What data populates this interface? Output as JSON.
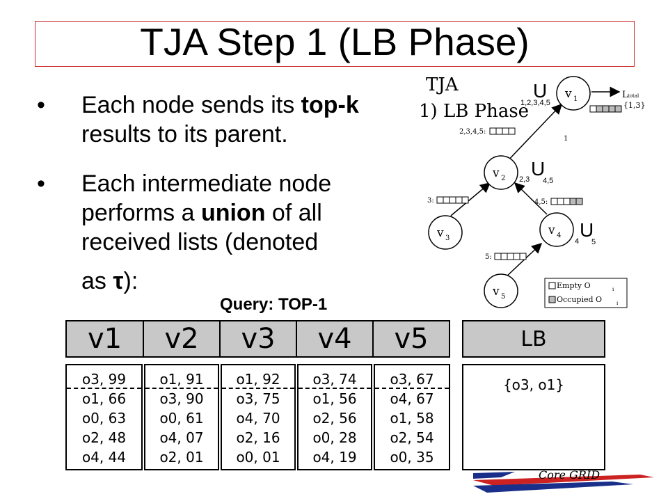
{
  "slide": {
    "title": "TJA Step 1 (LB Phase)",
    "bullets": [
      {
        "marker": "•",
        "line1_a": "Each node sends its ",
        "line1_b": "top-k",
        "line2": "results to its parent."
      },
      {
        "marker": "•",
        "line1": "Each intermediate node",
        "line2_a": "performs a ",
        "line2_b": "union",
        "line2_c": " of all",
        "line3": "received lists (denoted",
        "line4_a": "as ",
        "line4_b": "τ",
        "line4_c": "):"
      }
    ],
    "query_label": "Query: TOP-1"
  },
  "diagram": {
    "label_tja": "TJA",
    "label_phase": "1) LB Phase",
    "nodes": [
      {
        "id": "v1",
        "label": "v",
        "sub": "1"
      },
      {
        "id": "v2",
        "label": "v",
        "sub": "2"
      },
      {
        "id": "v3",
        "label": "v",
        "sub": "3"
      },
      {
        "id": "v4",
        "label": "v",
        "sub": "4"
      },
      {
        "id": "v5",
        "label": "v",
        "sub": "5"
      }
    ],
    "union_v1": "U",
    "union_v1_sub": "1,2,3,4,5",
    "union_v2": "U",
    "union_v2_sub_a": "2,3",
    "union_v2_sub_b": "4,5",
    "union_v4": "U",
    "union_v4_sub_a": "4",
    "union_v4_sub_b": "5",
    "list_23_45": "2,3,4,5:",
    "list_3": "3:",
    "list_45": "4,5:",
    "list_5": "5:",
    "edge_label": "1",
    "ltotal": "L",
    "ltotal_sub": "total",
    "ltotal_value": "{1,3}",
    "legend_empty": "Empty O",
    "legend_occupied": "Occupied O",
    "legend_sub": "i"
  },
  "table": {
    "columns": [
      {
        "header": "v1",
        "rows": [
          "o3, 99",
          "o1, 66",
          "o0, 63",
          "o2, 48",
          "o4, 44"
        ]
      },
      {
        "header": "v2",
        "rows": [
          "o1, 91",
          "o3, 90",
          "o0, 61",
          "o4, 07",
          "o2, 01"
        ]
      },
      {
        "header": "v3",
        "rows": [
          "o1, 92",
          "o3, 75",
          "o4, 70",
          "o2, 16",
          "o0, 01"
        ]
      },
      {
        "header": "v4",
        "rows": [
          "o3, 74",
          "o1, 56",
          "o2, 56",
          "o0, 28",
          "o4, 19"
        ]
      },
      {
        "header": "v5",
        "rows": [
          "o3, 67",
          "o4, 67",
          "o1, 58",
          "o2, 54",
          "o0, 35"
        ]
      }
    ],
    "lb_header": "LB",
    "lb_value": "{o3, o1}"
  },
  "logo": {
    "text": "Core GRID"
  }
}
